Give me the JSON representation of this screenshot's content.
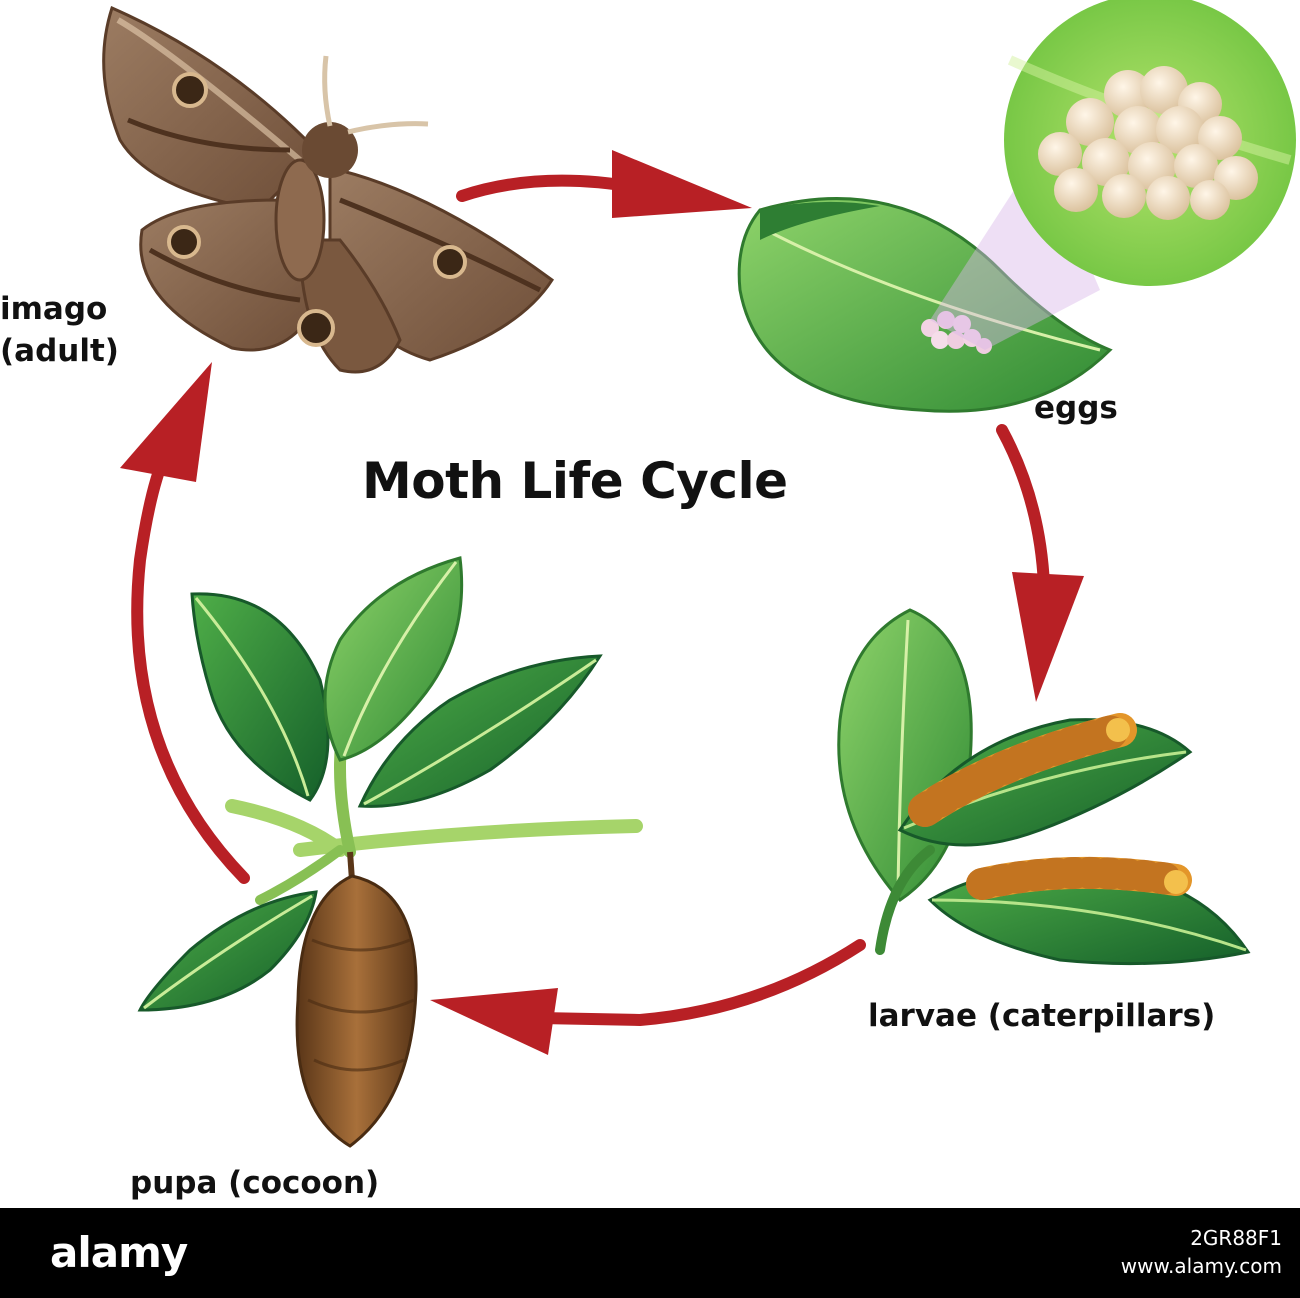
{
  "diagram": {
    "title": "Moth Life Cycle",
    "stages": {
      "imago": {
        "line1": "imago",
        "line2": "(adult)"
      },
      "eggs": {
        "label": "eggs"
      },
      "larvae": {
        "label": "larvae (caterpillars)"
      },
      "pupa": {
        "label": "pupa (cocoon)"
      }
    }
  },
  "footer": {
    "brand": "alamy",
    "image_id": "2GR88F1",
    "url": "www.alamy.com"
  },
  "colors": {
    "arrow": "#b82025",
    "leaf": "#3f9a3a",
    "leaf_dark": "#1f6e2a",
    "moth": "#7b5a43",
    "egg_bg": "#8fd24f",
    "cocoon": "#8a5a2b",
    "caterpillar": "#e89a2a",
    "footer_bg": "#000000"
  },
  "icons": [
    "moth-icon",
    "leaf-icon",
    "egg-cluster-icon",
    "caterpillar-icon",
    "cocoon-icon",
    "arrow-icon"
  ]
}
